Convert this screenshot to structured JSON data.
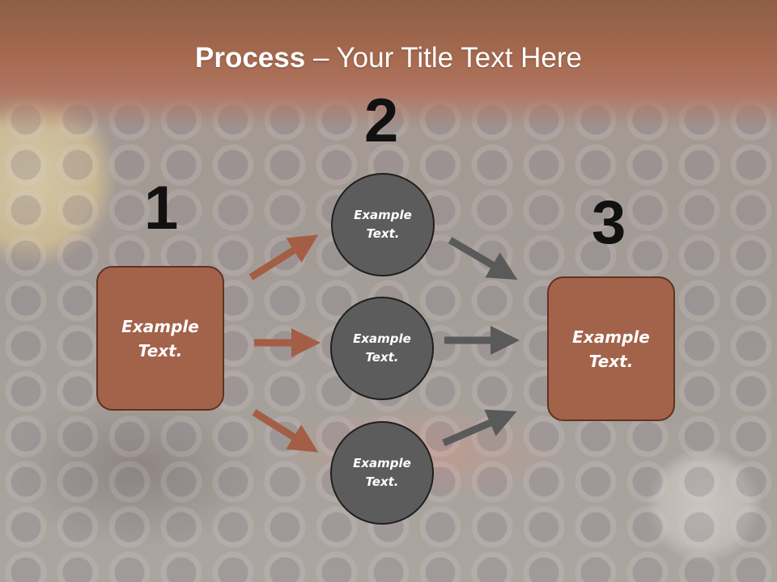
{
  "slide": {
    "title_bold": "Process",
    "title_rest": " – Your Title Text Here",
    "numbers": [
      "1",
      "2",
      "3"
    ],
    "left_box": {
      "text": "Example Text."
    },
    "right_box": {
      "text": "Example Text."
    },
    "circles": [
      {
        "text": "Example Text."
      },
      {
        "text": "Example Text."
      },
      {
        "text": "Example Text."
      }
    ]
  },
  "colors": {
    "header": "#a66a50",
    "box_fill": "#a3634a",
    "box_border": "#5e3322",
    "circle_fill": "#5c5c5c",
    "arrow_brown": "#a35e45",
    "arrow_gray": "#5a5a5a"
  }
}
